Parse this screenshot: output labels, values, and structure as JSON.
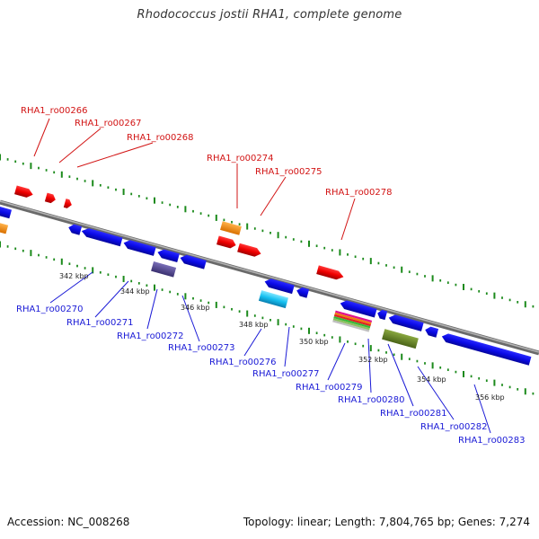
{
  "header": {
    "title": "Rhodococcus jostii RHA1, complete genome"
  },
  "footer": {
    "accession": "Accession: NC_008268",
    "summary": "Topology: linear; Length: 7,804,765 bp; Genes: 7,274"
  },
  "colors": {
    "top_strand_label": "#d21414",
    "bottom_strand_label": "#1a1ad6",
    "genome_line": "#8c8c8c",
    "tick_marks": "#1b8a1b"
  },
  "scale_labels": [
    "342 kbp",
    "344 kbp",
    "346 kbp",
    "348 kbp",
    "350 kbp",
    "352 kbp",
    "354 kbp",
    "356 kbp"
  ],
  "top_genes": [
    "RHA1_ro00266",
    "RHA1_ro00267",
    "RHA1_ro00268",
    "RHA1_ro00274",
    "RHA1_ro00275",
    "RHA1_ro00278"
  ],
  "bottom_genes": [
    "RHA1_ro00270",
    "RHA1_ro00271",
    "RHA1_ro00272",
    "RHA1_ro00273",
    "RHA1_ro00276",
    "RHA1_ro00277",
    "RHA1_ro00279",
    "RHA1_ro00280",
    "RHA1_ro00281",
    "RHA1_ro00282",
    "RHA1_ro00283"
  ]
}
